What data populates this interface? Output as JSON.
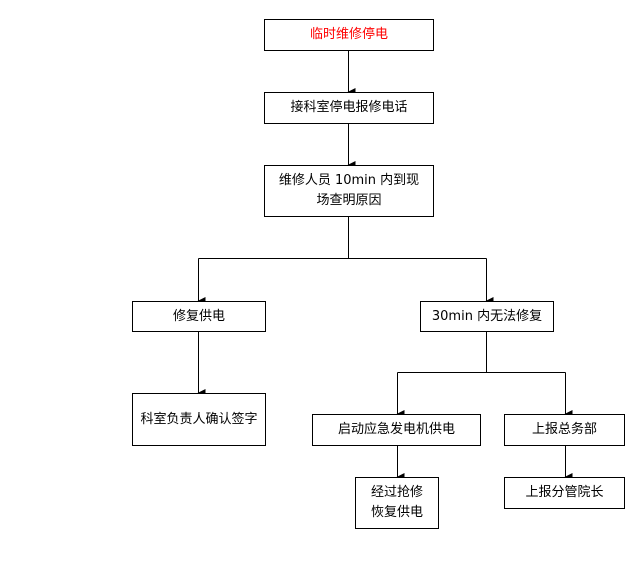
{
  "nodes": {
    "start": {
      "label": "临时维修停电",
      "color": "#ff0000"
    },
    "call": {
      "label": "接科室停电报修电话"
    },
    "arrive": {
      "label": "维修人员 10min 内到现场查明原因"
    },
    "restore": {
      "label": "修复供电"
    },
    "fail": {
      "label": "30min 内无法修复"
    },
    "sign": {
      "label": "科室负责人确认签字"
    },
    "generator": {
      "label": "启动应急发电机供电"
    },
    "report_dept": {
      "label": "上报总务部"
    },
    "repaired": {
      "label": "经过抢修恢复供电"
    },
    "report_dean": {
      "label": "上报分管院长"
    }
  }
}
